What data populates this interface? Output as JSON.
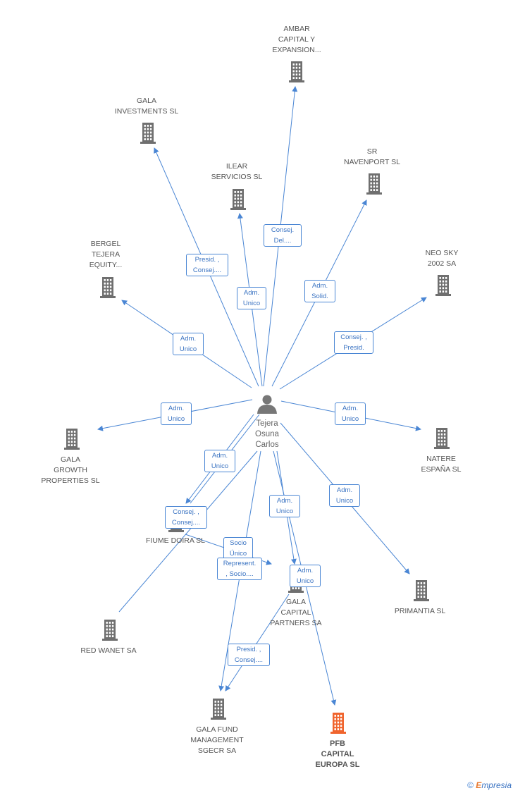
{
  "colors": {
    "building": "#6f6f6f",
    "building_highlight": "#f0642d",
    "line": "#4a86d4",
    "person": "#777777"
  },
  "person": {
    "name": "Tejera\nOsuna\nCarlos",
    "icon": "person-icon"
  },
  "companies": [
    {
      "id": "ambar",
      "name": "AMBAR\nCAPITAL Y\nEXPANSION..."
    },
    {
      "id": "gala_inv",
      "name": "GALA\nINVESTMENTS SL"
    },
    {
      "id": "ilear",
      "name": "ILEAR\nSERVICIOS SL"
    },
    {
      "id": "sr",
      "name": "SR\nNAVENPORT SL"
    },
    {
      "id": "bergel",
      "name": "BERGEL\nTEJERA\nEQUITY..."
    },
    {
      "id": "neosky",
      "name": "NEO SKY\n2002 SA"
    },
    {
      "id": "gala_growth",
      "name": "GALA\nGROWTH\nPROPERTIES SL"
    },
    {
      "id": "natere",
      "name": "NATERE\nESPAÑA SL"
    },
    {
      "id": "fiume",
      "name": "FIUME DOIRA SL"
    },
    {
      "id": "gala_cap",
      "name": "GALA\nCAPITAL\nPARTNERS SA"
    },
    {
      "id": "primantia",
      "name": "PRIMANTIA SL"
    },
    {
      "id": "redwanet",
      "name": "RED WANET SA"
    },
    {
      "id": "gala_fund",
      "name": "GALA FUND\nMANAGEMENT\nSGECR SA"
    },
    {
      "id": "pfb",
      "name": "PFB\nCAPITAL\nEUROPA SL",
      "highlight": true
    }
  ],
  "relations": [
    {
      "id": "r_ambar",
      "label": "Consej.\nDel...."
    },
    {
      "id": "r_gala_inv",
      "label": "Presid. ,\nConsej...."
    },
    {
      "id": "r_ilear",
      "label": "Adm.\nUnico"
    },
    {
      "id": "r_sr",
      "label": "Adm.\nSolid."
    },
    {
      "id": "r_bergel",
      "label": "Adm.\nUnico"
    },
    {
      "id": "r_neosky",
      "label": "Consej. ,\nPresid."
    },
    {
      "id": "r_gala_growth",
      "label": "Adm.\nUnico"
    },
    {
      "id": "r_natere",
      "label": "Adm.\nUnico"
    },
    {
      "id": "r_fiume_a",
      "label": "Adm.\nUnico"
    },
    {
      "id": "r_fiume_b",
      "label": "Consej. ,\nConsej...."
    },
    {
      "id": "r_socio",
      "label": "Socio\nÚnico"
    },
    {
      "id": "r_represent",
      "label": "Represent.\n, Socio...."
    },
    {
      "id": "r_gala_cap",
      "label": "Adm.\nUnico"
    },
    {
      "id": "r_pfb",
      "label": "Adm.\nUnico"
    },
    {
      "id": "r_primantia",
      "label": "Adm.\nUnico"
    },
    {
      "id": "r_fund_presid",
      "label": "Presid. ,\nConsej...."
    }
  ],
  "footer": {
    "copyright": "©",
    "brand_initial": "E",
    "brand_rest": "mpresia"
  }
}
